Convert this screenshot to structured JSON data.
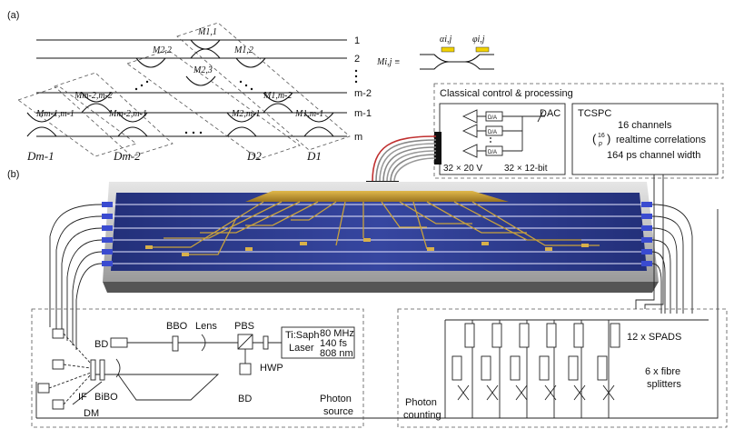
{
  "panel_a": {
    "label": "(a)",
    "mode_labels": [
      "1",
      "2",
      "m-2",
      "m-1",
      "m"
    ],
    "mzi_labels": [
      "M1,1",
      "M2,2",
      "M1,2",
      "M2,3",
      "Mm-2,m-2",
      "Mm-1,m-1",
      "Mm-2,m-1",
      "M1,m-2",
      "M2,m-1",
      "M1,m-1"
    ],
    "diagonal_labels": [
      "Dm-1",
      "Dm-2",
      "D2",
      "D1"
    ],
    "definition": {
      "lhs": "Mi,j ≡",
      "alpha": "αi,j",
      "phi": "φi,j"
    }
  },
  "panel_b": {
    "label": "(b)",
    "control": {
      "title": "Classical control & processing",
      "dac_label": "DAC",
      "da_label": "D/A",
      "voltage_label": "32 × 20 V",
      "bits_label": "32 × 12-bit"
    },
    "tcspc": {
      "title": "TCSPC",
      "lines": [
        "16 channels",
        "realtime correlations",
        "164 ps channel width"
      ],
      "binom_top": "16",
      "binom_bottom": "p"
    },
    "source": {
      "labels": {
        "bd_top": "BD",
        "bbo": "BBO",
        "lens": "Lens",
        "pbs": "PBS",
        "laser": "Ti:Saph\nLaser",
        "laser_specs": [
          "80 MHz",
          "140 fs",
          "808 nm"
        ],
        "hwp": "HWP",
        "bd_bottom": "BD",
        "if": "IF",
        "bibo": "BiBO",
        "dm": "DM"
      },
      "title": [
        "Photon",
        "source"
      ]
    },
    "counting": {
      "spads": "12 x SPADS",
      "splitters": [
        "6 x fibre",
        "splitters"
      ],
      "title": [
        "Photon",
        "counting"
      ]
    }
  },
  "colors": {
    "chip": "#2e3a8c",
    "chip_dark": "#1b2360",
    "gold": "#b8902e",
    "yellow": "#f2d200",
    "cable_red": "#c03030"
  }
}
